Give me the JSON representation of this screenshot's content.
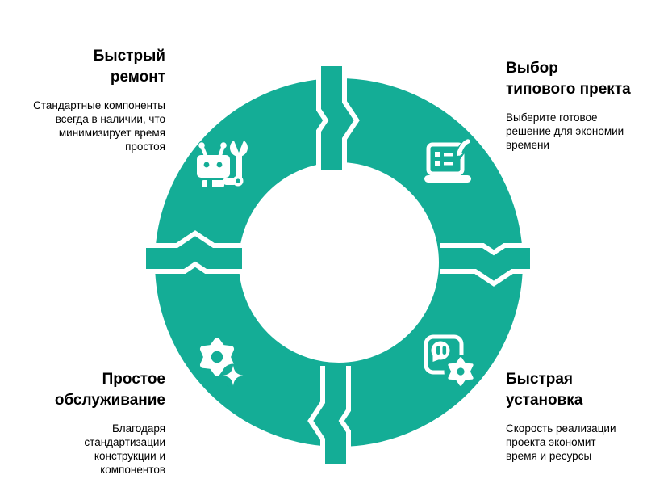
{
  "colors": {
    "accent": "#14AD96",
    "background": "#FFFFFF",
    "text": "#000000"
  },
  "diagram": {
    "type": "cycle",
    "direction": "clockwise",
    "arrow_style": "chevron",
    "items": [
      {
        "position": "top-right",
        "title": "Выбор\nтипового пректа",
        "description": "Выберите готовое\nрешение для экономии\nвремени",
        "icon": "laptop-checklist-icon"
      },
      {
        "position": "bottom-right",
        "title": "Быстрая\nустановка",
        "description": "Скорость реализации\nпроекта экономит\nвремя и ресурсы",
        "icon": "socket-gear-icon"
      },
      {
        "position": "bottom-left",
        "title": "Простое\nобслуживание",
        "description": "Благодаря\nстандартизации\nконструкции и\nкомпонентов",
        "icon": "gear-sparkle-icon"
      },
      {
        "position": "top-left",
        "title": "Быстрый\nремонт",
        "description": "Стандартные компоненты\nвсегда в наличии, что\nминимизирует время\nпростоя",
        "icon": "robot-wrench-icon"
      }
    ]
  }
}
